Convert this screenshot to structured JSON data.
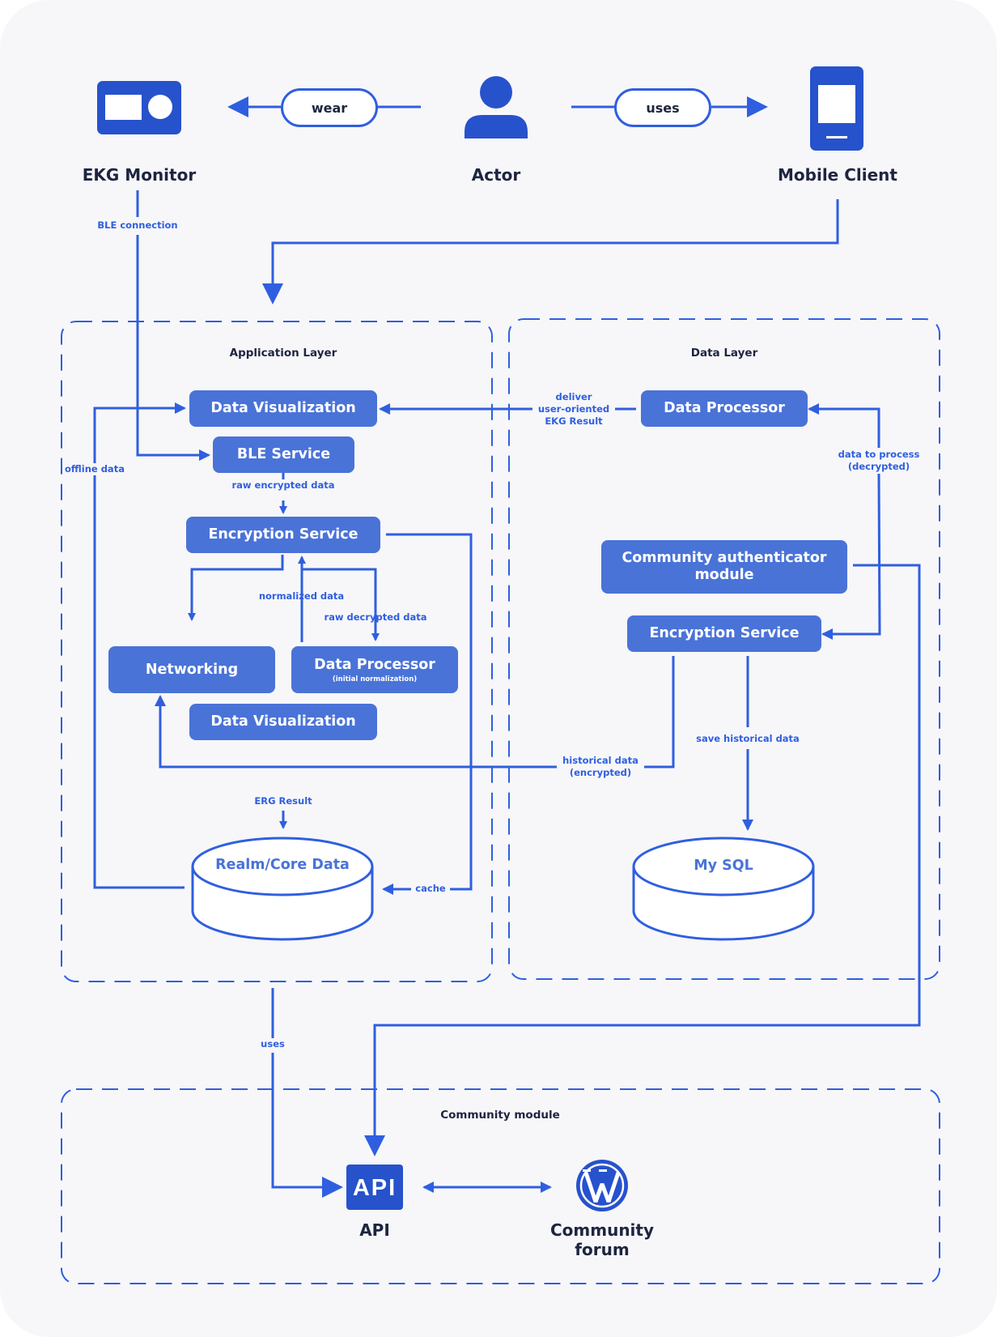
{
  "colors": {
    "accent": "#2f5fe0",
    "box": "#4a73d8",
    "text": "#1d2540",
    "background": "#f7f7f9"
  },
  "top": {
    "ekg_label": "EKG Monitor",
    "actor_label": "Actor",
    "mobile_label": "Mobile Client",
    "wear_label": "wear",
    "uses_label": "uses",
    "ble_connection": "BLE connection"
  },
  "application_layer": {
    "title": "Application Layer",
    "data_visualization_top": "Data Visualization",
    "ble_service": "BLE Service",
    "raw_encrypted": "raw encrypted data",
    "encryption_service": "Encryption Service",
    "normalized_data": "normalized data",
    "raw_decrypted": "raw decrypted data",
    "networking": "Networking",
    "data_processor": "Data Processor",
    "data_processor_sub": "(initial normalization)",
    "data_visualization_bottom": "Data Visualization",
    "offline_data": "offline data",
    "erg_result": "ERG Result",
    "realm_core_data": "Realm/Core Data",
    "cache": "cache"
  },
  "data_layer": {
    "title": "Data Layer",
    "deliver_l1": "deliver",
    "deliver_l2": "user-oriented",
    "deliver_l3": "EKG Result",
    "data_processor": "Data Processor",
    "to_process_l1": "data to process",
    "to_process_l2": "(decrypted)",
    "community_auth_l1": "Community authenticator",
    "community_auth_l2": "module",
    "encryption_service": "Encryption Service",
    "save_historical": "save historical data",
    "historical_l1": "historical data",
    "historical_l2": "(encrypted)",
    "mysql": "My SQL"
  },
  "bottom": {
    "uses_label": "uses",
    "community_title": "Community module",
    "api_icon_text": "API",
    "api_label": "API",
    "forum_l1": "Community",
    "forum_l2": "forum"
  },
  "icons": [
    "ekg-monitor-icon",
    "actor-icon",
    "mobile-client-icon",
    "api-icon",
    "wordpress-icon"
  ]
}
